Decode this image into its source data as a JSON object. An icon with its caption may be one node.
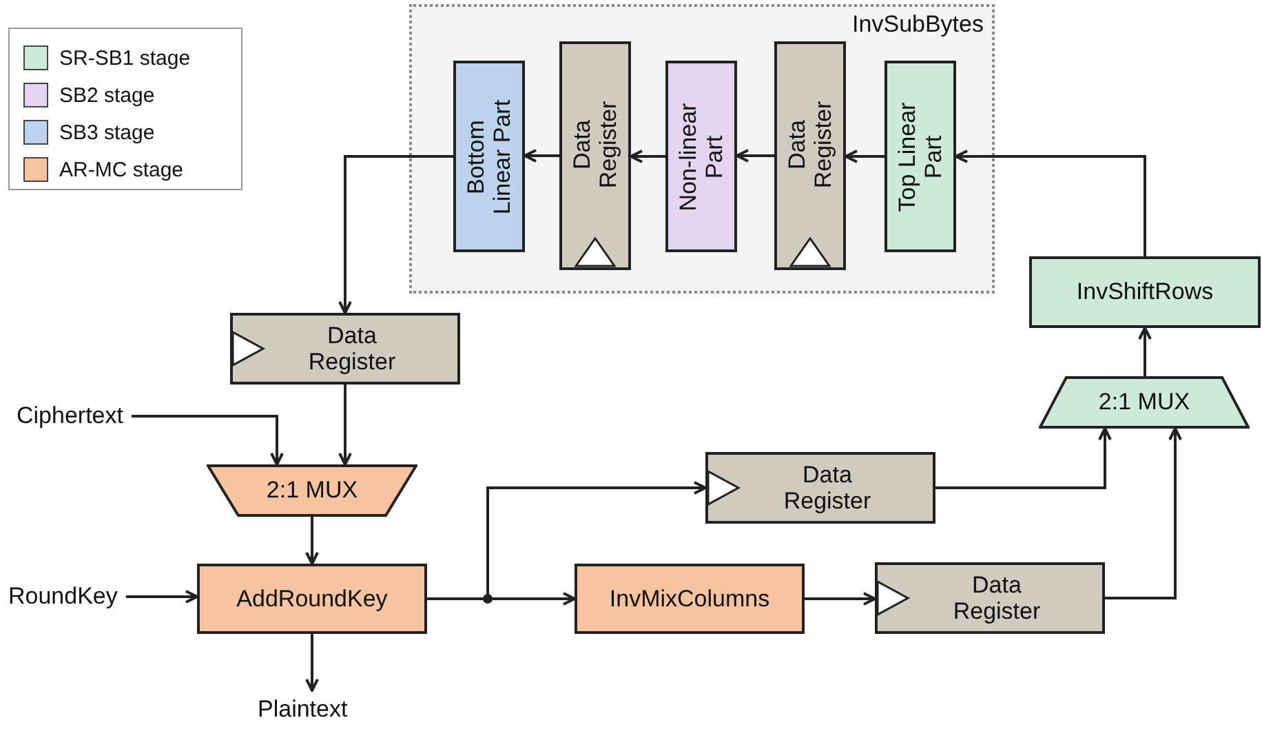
{
  "diagram": {
    "nodes": [
      {
        "text": [
          "InvSubBytes"
        ]
      },
      {
        "text": [
          "Bottom Linear Part"
        ],
        "in": 0
      },
      {
        "text": [
          "Data Register"
        ],
        "in": 0
      },
      {
        "text": [
          "Non-linear Part"
        ],
        "in": 0
      },
      {
        "text": [
          "Data Register"
        ],
        "in": 0
      },
      {
        "text": [
          "Top Linear Part"
        ],
        "in": 0
      },
      {
        "text": [
          "InvShiftRows"
        ]
      },
      {
        "text": [
          "2:1 MUX"
        ]
      },
      {
        "text": [
          "Data Register"
        ]
      },
      {
        "text": [
          "Ciphertext"
        ]
      },
      {
        "text": [
          "2:1 MUX"
        ]
      },
      {
        "text": [
          "RoundKey"
        ]
      },
      {
        "text": [
          "AddRoundKey"
        ]
      },
      {
        "text": [
          "Plaintext"
        ]
      },
      {
        "text": [
          "Data Register"
        ]
      },
      {
        "text": [
          "InvMixColumns"
        ]
      },
      {
        "text": [
          "Data Register"
        ]
      }
    ],
    "edges": [
      {
        "from": 6,
        "to": 5,
        "arrow": "to"
      },
      {
        "from": 5,
        "to": 4,
        "arrow": "to"
      },
      {
        "from": 4,
        "to": 3,
        "arrow": "to"
      },
      {
        "from": 3,
        "to": 2,
        "arrow": "to"
      },
      {
        "from": 2,
        "to": 1,
        "arrow": "to"
      },
      {
        "from": 1,
        "to": 8,
        "arrow": "to"
      },
      {
        "from": 8,
        "to": 10,
        "arrow": "to"
      },
      {
        "from": 9,
        "to": 10,
        "arrow": "to"
      },
      {
        "from": 10,
        "to": 12,
        "arrow": "to"
      },
      {
        "from": 11,
        "to": 12,
        "arrow": "to"
      },
      {
        "from": 12,
        "to": 13,
        "arrow": "to"
      },
      {
        "from": 12,
        "to": 15,
        "arrow": "to"
      },
      {
        "from": 12,
        "to": 14,
        "arrow": "to"
      },
      {
        "from": 15,
        "to": 16,
        "arrow": "to"
      },
      {
        "from": 14,
        "to": 7,
        "arrow": "to"
      },
      {
        "from": 16,
        "to": 7,
        "arrow": "to"
      },
      {
        "from": 7,
        "to": 6,
        "arrow": "to"
      }
    ],
    "legend": [
      {
        "text": "SR-SB1 stage",
        "color": "#cde9da"
      },
      {
        "text": "SB2 stage",
        "color": "#e3d5ef"
      },
      {
        "text": "SB3 stage",
        "color": "#bcd3ec"
      },
      {
        "text": "AR-MC stage",
        "color": "#f8c39f"
      }
    ]
  }
}
